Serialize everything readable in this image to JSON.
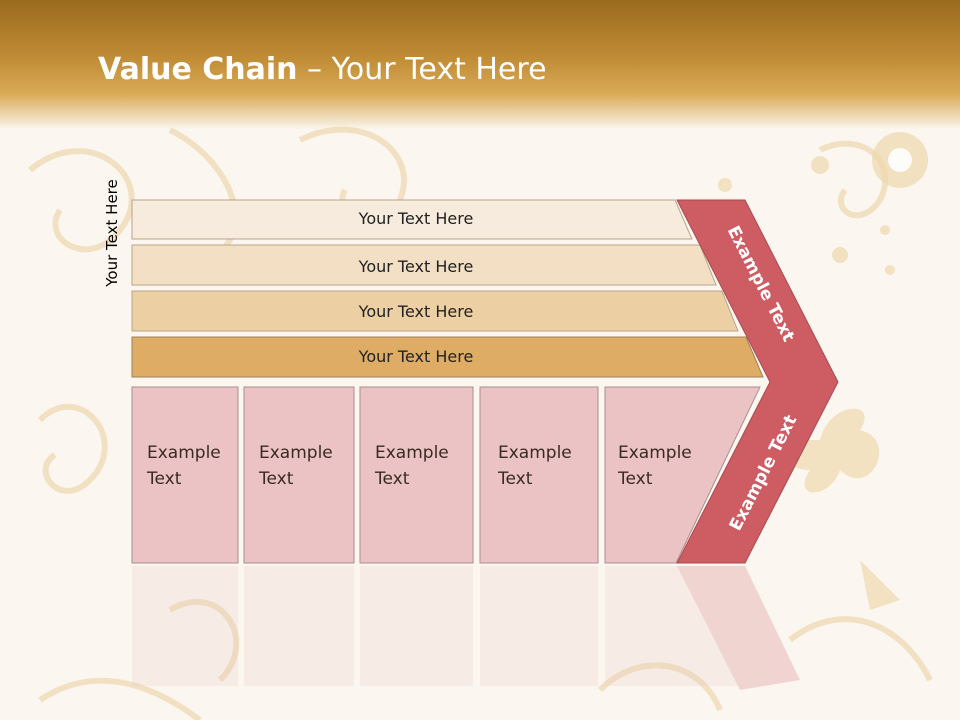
{
  "title": {
    "main": "Value Chain",
    "rest": " – Your Text Here"
  },
  "side_label": "Your Text Here",
  "rows": [
    {
      "label": "Your Text Here"
    },
    {
      "label": "Your Text Here"
    },
    {
      "label": "Your Text Here"
    },
    {
      "label": "Your Text Here"
    }
  ],
  "boxes": [
    {
      "line1": "Example",
      "line2": "Text"
    },
    {
      "line1": "Example",
      "line2": "Text"
    },
    {
      "line1": "Example",
      "line2": "Text"
    },
    {
      "line1": "Example",
      "line2": "Text"
    },
    {
      "line1": "Example",
      "line2": "Text"
    }
  ],
  "chevron": {
    "upper": "Example Text",
    "lower": "Example Text"
  },
  "colors": {
    "header": "#c18c36",
    "row1": "#f6ebdc",
    "row2": "#f2dfc4",
    "row3": "#ecd0a4",
    "row4": "#deac65",
    "box": "#ebc3c5",
    "chevron": "#cd5c63"
  }
}
